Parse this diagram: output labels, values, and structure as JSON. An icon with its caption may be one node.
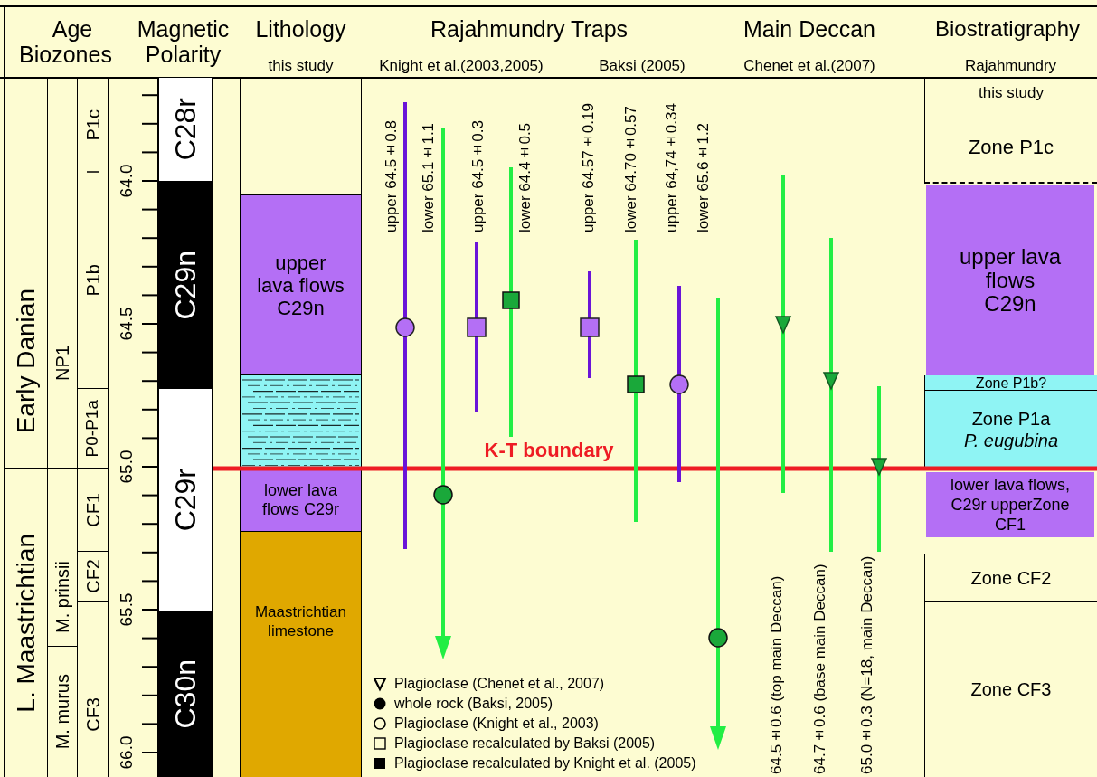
{
  "diagram": {
    "nodes": [
      {
        "text": [
          "Early Danian"
        ]
      },
      {
        "text": [
          "L. Maastrichtian"
        ]
      },
      {
        "text": [
          "NP1"
        ]
      },
      {
        "text": [
          "M. prinsii"
        ]
      },
      {
        "text": [
          "M. murus"
        ]
      },
      {
        "text": [
          "P1c"
        ]
      },
      {
        "text": [
          "P1b"
        ]
      },
      {
        "text": [
          "P0-P1a"
        ]
      },
      {
        "text": [
          "CF1"
        ]
      },
      {
        "text": [
          "CF2"
        ]
      },
      {
        "text": [
          "CF3"
        ]
      },
      {
        "text": [
          "C28r"
        ]
      },
      {
        "text": [
          "C29n"
        ]
      },
      {
        "text": [
          "C29r"
        ]
      },
      {
        "text": [
          "C30n"
        ]
      },
      {
        "text": [],
        "shape": "box"
      },
      {
        "text": [
          "upper lava flows C29n"
        ]
      },
      {
        "text": [],
        "shape": "box"
      },
      {
        "text": [
          "lower lava flows C29r"
        ]
      },
      {
        "text": [
          "Maastrichtian limestone"
        ]
      },
      {
        "text": [
          "this study",
          "Zone P1c"
        ]
      },
      {
        "text": [
          "upper lava flows C29n"
        ]
      },
      {
        "text": [
          "Zone P1b?"
        ]
      },
      {
        "text": [
          "Zone P1a",
          "*P. eugubina*"
        ]
      },
      {
        "text": [
          "lower lava flows, C29r upperZone CF1"
        ]
      },
      {
        "text": [
          "Zone CF2"
        ]
      },
      {
        "text": [
          "Zone CF3"
        ]
      }
    ],
    "labels": [
      "Age",
      "Biozones",
      "Magnetic Polarity",
      "Lithology",
      "this study",
      "Rajahmundry Traps",
      "Knight et al.(2003,2005)",
      "Baksi (2005)",
      "Main Deccan",
      "Chenet et al.(2007)",
      "Biostratigraphy",
      "Rajahmundry",
      "64.0",
      "64.5",
      "65.0",
      "65.5",
      "66.0",
      "upper 64.5±0.8",
      "lower 65.1±1.1",
      "upper 64.5±0.3",
      "lower 64.4±0.5",
      "upper 64.57±0.19",
      "lower 64.70±0.57",
      "upper 64,74±0.34",
      "lower 65.6±1.2",
      "K-T boundary",
      "64.5±0.6 (top main Deccan)",
      "64.7±0.6 (base main Deccan)",
      "65.0±0.3 (N=18, main Deccan)"
    ],
    "legend": [
      {
        "text": "Plagioclase (Chenet et al., 2007)"
      },
      {
        "text": "whole rock (Baksi, 2005)"
      },
      {
        "text": "Plagioclase (Knight et al., 2003)"
      },
      {
        "text": "Plagioclase recalculated by Baksi (2005)"
      },
      {
        "text": "Plagioclase recalculated by Knight et al. (2005)"
      }
    ]
  }
}
